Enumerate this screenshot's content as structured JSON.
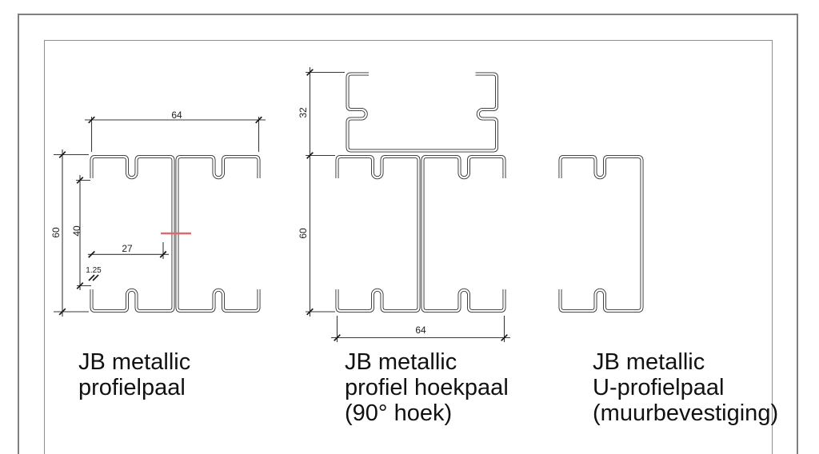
{
  "document": {
    "type": "technical-drawing-sheet",
    "background": "#ffffff",
    "frame_color": "#7f7f7f",
    "line_color": "#2e2e2e",
    "dimension_color": "#3a3a3a"
  },
  "drawings": [
    {
      "id": "profielpaal",
      "caption_lines": [
        "JB metallic",
        "profielpaal"
      ],
      "dims": {
        "overall_width": "64",
        "overall_height": "60",
        "opening_height": "40",
        "web_offset": "27",
        "sheet_thickness": "1.25"
      },
      "marker_color": "#dd6a6a"
    },
    {
      "id": "profiel-hoekpaal",
      "caption_lines": [
        "JB metallic",
        "profiel hoekpaal",
        "(90° hoek)"
      ],
      "dims": {
        "cap_height": "32",
        "overall_height": "60",
        "overall_width": "64"
      }
    },
    {
      "id": "u-profielpaal",
      "caption_lines": [
        "JB metallic",
        "U-profielpaal",
        "(muurbevestiging)"
      ],
      "dims": {}
    }
  ]
}
